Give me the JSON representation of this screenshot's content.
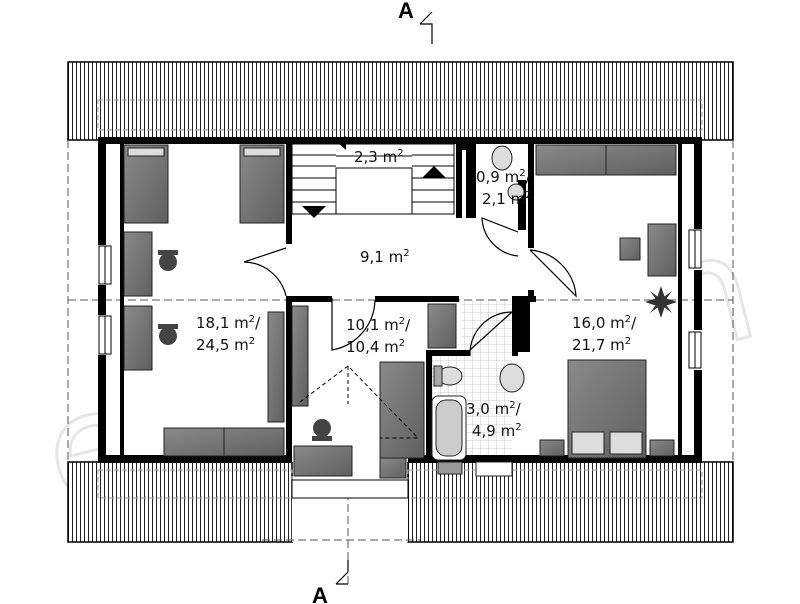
{
  "section_marker": {
    "top": "A",
    "bottom": "A"
  },
  "watermark": "extradom",
  "rooms": {
    "stairs": {
      "area": "2,3 m",
      "sup": "2"
    },
    "wc": {
      "line1": "0,9 m",
      "sup1": "2",
      "line1_tail": "/",
      "line2": "2,1 m",
      "sup2": "2"
    },
    "hall": {
      "area": "9,1 m",
      "sup": "2"
    },
    "bedroom_left": {
      "line1": "18,1 m",
      "sup1": "2",
      "line1_tail": "/",
      "line2": "24,5 m",
      "sup2": "2"
    },
    "office": {
      "line1": "10,1 m",
      "sup1": "2",
      "line1_tail": "/",
      "line2": "10,4 m",
      "sup2": "2"
    },
    "bathroom": {
      "line1": "3,0 m",
      "sup1": "2",
      "line1_tail": "/",
      "line2": "4,9 m",
      "sup2": "2"
    },
    "bedroom_right": {
      "line1": "16,0 m",
      "sup1": "2",
      "line1_tail": "/",
      "line2": "21,7 m",
      "sup2": "2"
    }
  }
}
